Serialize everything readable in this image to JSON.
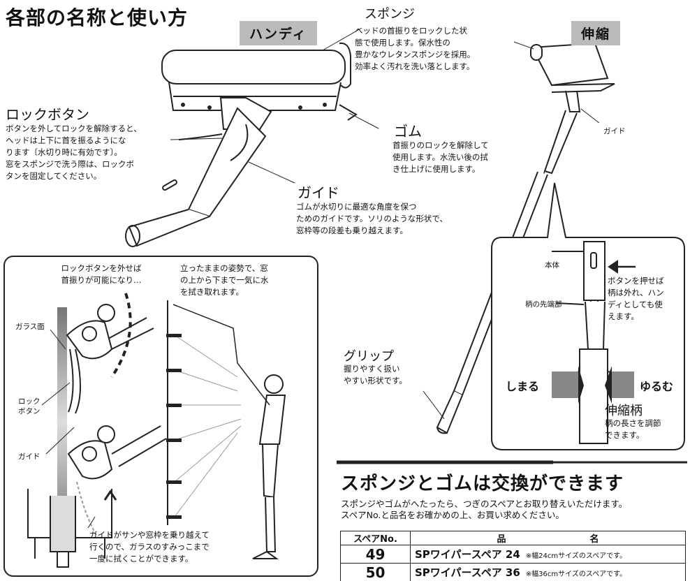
{
  "page_title": "各部の名称と使い方",
  "tag_handy": "ハンディ",
  "tag_extend": "伸縮",
  "sponge": {
    "label": "スポンジ",
    "lines": [
      "ヘッドの首振りをロックした状",
      "態で使用します。保水性の",
      "豊かなウレタンスポンジを採用。",
      "効率よく汚れを洗い落とします。"
    ]
  },
  "lock_button": {
    "label": "ロックボタン",
    "lines": [
      "ボタンを外してロックを解除すると、",
      "ヘッドは上下に首を振るようにな",
      "ります〔水切り時に有効です〕。",
      "窓をスポンジで洗う際は、ロックボ",
      "タンを固定してください。"
    ]
  },
  "rubber": {
    "label": "ゴム",
    "lines": [
      "首振りのロックを解除して",
      "使用します。水洗い後の拭",
      "き仕上げに使用します。"
    ]
  },
  "guide": {
    "label": "ガイド",
    "lines": [
      "ゴムが水切りに最適な角度を保つ",
      "ためのガイドです。ソリのような形状で、",
      "窓枠等の段差も乗り越えます。"
    ]
  },
  "guide_small": "ガイド",
  "grip": {
    "label": "グリップ",
    "lines": [
      "握りやすく扱い",
      "やすい形状です。"
    ]
  },
  "callout": {
    "body": "本体",
    "tip": "柄の先端部",
    "press_lines": [
      "ボタンを押せば",
      "柄は外れ、ハン",
      "ディとしても使",
      "えます。"
    ],
    "tighten": "しまる",
    "loosen": "ゆるむ",
    "ext_label": "伸縮柄",
    "ext_lines": [
      "柄の長さを調節",
      "できます。"
    ]
  },
  "panel": {
    "left_caption": [
      "ロックボタンを外せば",
      "首振りが可能になり…"
    ],
    "right_caption": [
      "立ったままの姿勢で、窓",
      "の上から下まで一気に水",
      "を拭き取れます。"
    ],
    "glass": "ガラス面",
    "lock_lines": [
      "ロック",
      "ボタン"
    ],
    "guide": "ガイド",
    "bottom_caption": [
      "ガイドがサンや窓枠を乗り越えて",
      "行くので、ガラスのすみっこまで",
      "一度に拭くことができます。"
    ]
  },
  "spare": {
    "title": "スポンジとゴムは交換ができます",
    "lines": [
      "スポンジやゴムがへたったら、つぎのスペアとお取り替えいただけます。",
      "スペアNo.と品名をお確かめの上、お買い求めください。"
    ],
    "headers": [
      "スペアNo.",
      "品",
      "名"
    ],
    "rows": [
      {
        "no": "49",
        "name": "SPワイパースペア 24",
        "note": "※幅24cmサイズのスペアです。"
      },
      {
        "no": "50",
        "name": "SPワイパースペア 36",
        "note": "※幅36cmサイズのスペアです。"
      }
    ]
  }
}
